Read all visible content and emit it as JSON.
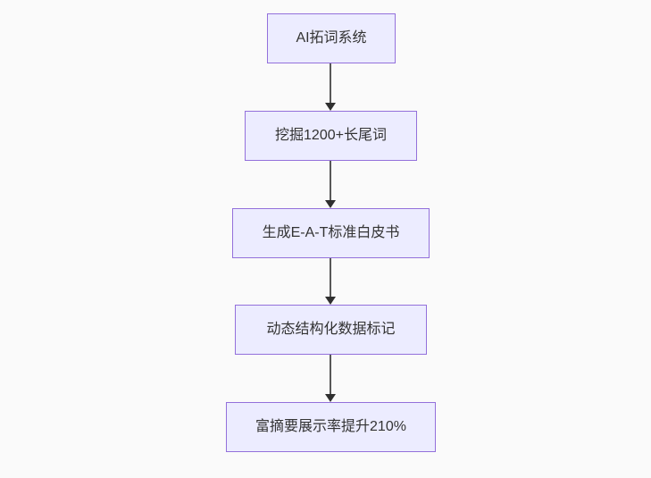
{
  "diagram": {
    "type": "flowchart",
    "direction": "top-down",
    "nodes": [
      {
        "id": "A",
        "label": "AI拓词系统"
      },
      {
        "id": "B",
        "label": "挖掘1200+长尾词"
      },
      {
        "id": "C",
        "label": "生成E-A-T标准白皮书"
      },
      {
        "id": "D",
        "label": "动态结构化数据标记"
      },
      {
        "id": "E",
        "label": "富摘要展示率提升210%"
      }
    ],
    "edges": [
      {
        "from": "A",
        "to": "B"
      },
      {
        "from": "B",
        "to": "C"
      },
      {
        "from": "C",
        "to": "D"
      },
      {
        "from": "D",
        "to": "E"
      }
    ],
    "colors": {
      "background": "#fafafa",
      "node_fill": "#ececff",
      "node_border": "#9370db",
      "node_text": "#333333",
      "arrow_line": "#575757",
      "arrow_head": "#2f2f2f"
    }
  }
}
